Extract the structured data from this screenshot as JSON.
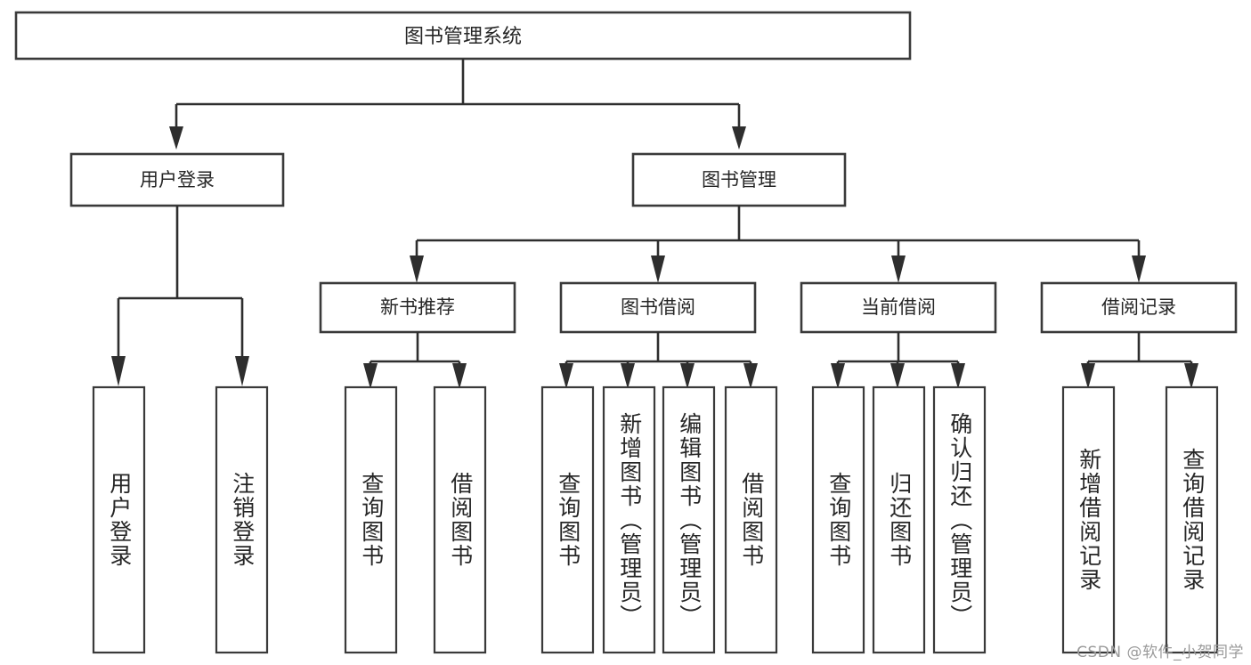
{
  "diagram": {
    "type": "tree-hierarchy",
    "title": "图书管理系统",
    "watermark": "CSDN @软件_小贺同学",
    "colors": {
      "box_stroke": "#3a3a3a",
      "connector": "#2e2e2e",
      "text": "#262626",
      "background": "#ffffff",
      "watermark": "#9a9a9a"
    },
    "root": {
      "label": "图书管理系统"
    },
    "level2": [
      {
        "label": "用户登录"
      },
      {
        "label": "图书管理"
      }
    ],
    "level3": [
      {
        "label": "新书推荐"
      },
      {
        "label": "图书借阅"
      },
      {
        "label": "当前借阅"
      },
      {
        "label": "借阅记录"
      }
    ],
    "leaves": {
      "user_login": [
        {
          "label": "用户登录"
        },
        {
          "label": "注销登录"
        }
      ],
      "new_book_recommend": [
        {
          "label": "查询图书"
        },
        {
          "label": "借阅图书"
        }
      ],
      "book_borrow": [
        {
          "label": "查询图书"
        },
        {
          "label": "新增图书（管理员）"
        },
        {
          "label": "编辑图书（管理员）"
        },
        {
          "label": "借阅图书"
        }
      ],
      "current_borrow": [
        {
          "label": "查询图书"
        },
        {
          "label": "归还图书"
        },
        {
          "label": "确认归还（管理员）"
        }
      ],
      "borrow_record": [
        {
          "label": "新增借阅记录"
        },
        {
          "label": "查询借阅记录"
        }
      ]
    }
  }
}
